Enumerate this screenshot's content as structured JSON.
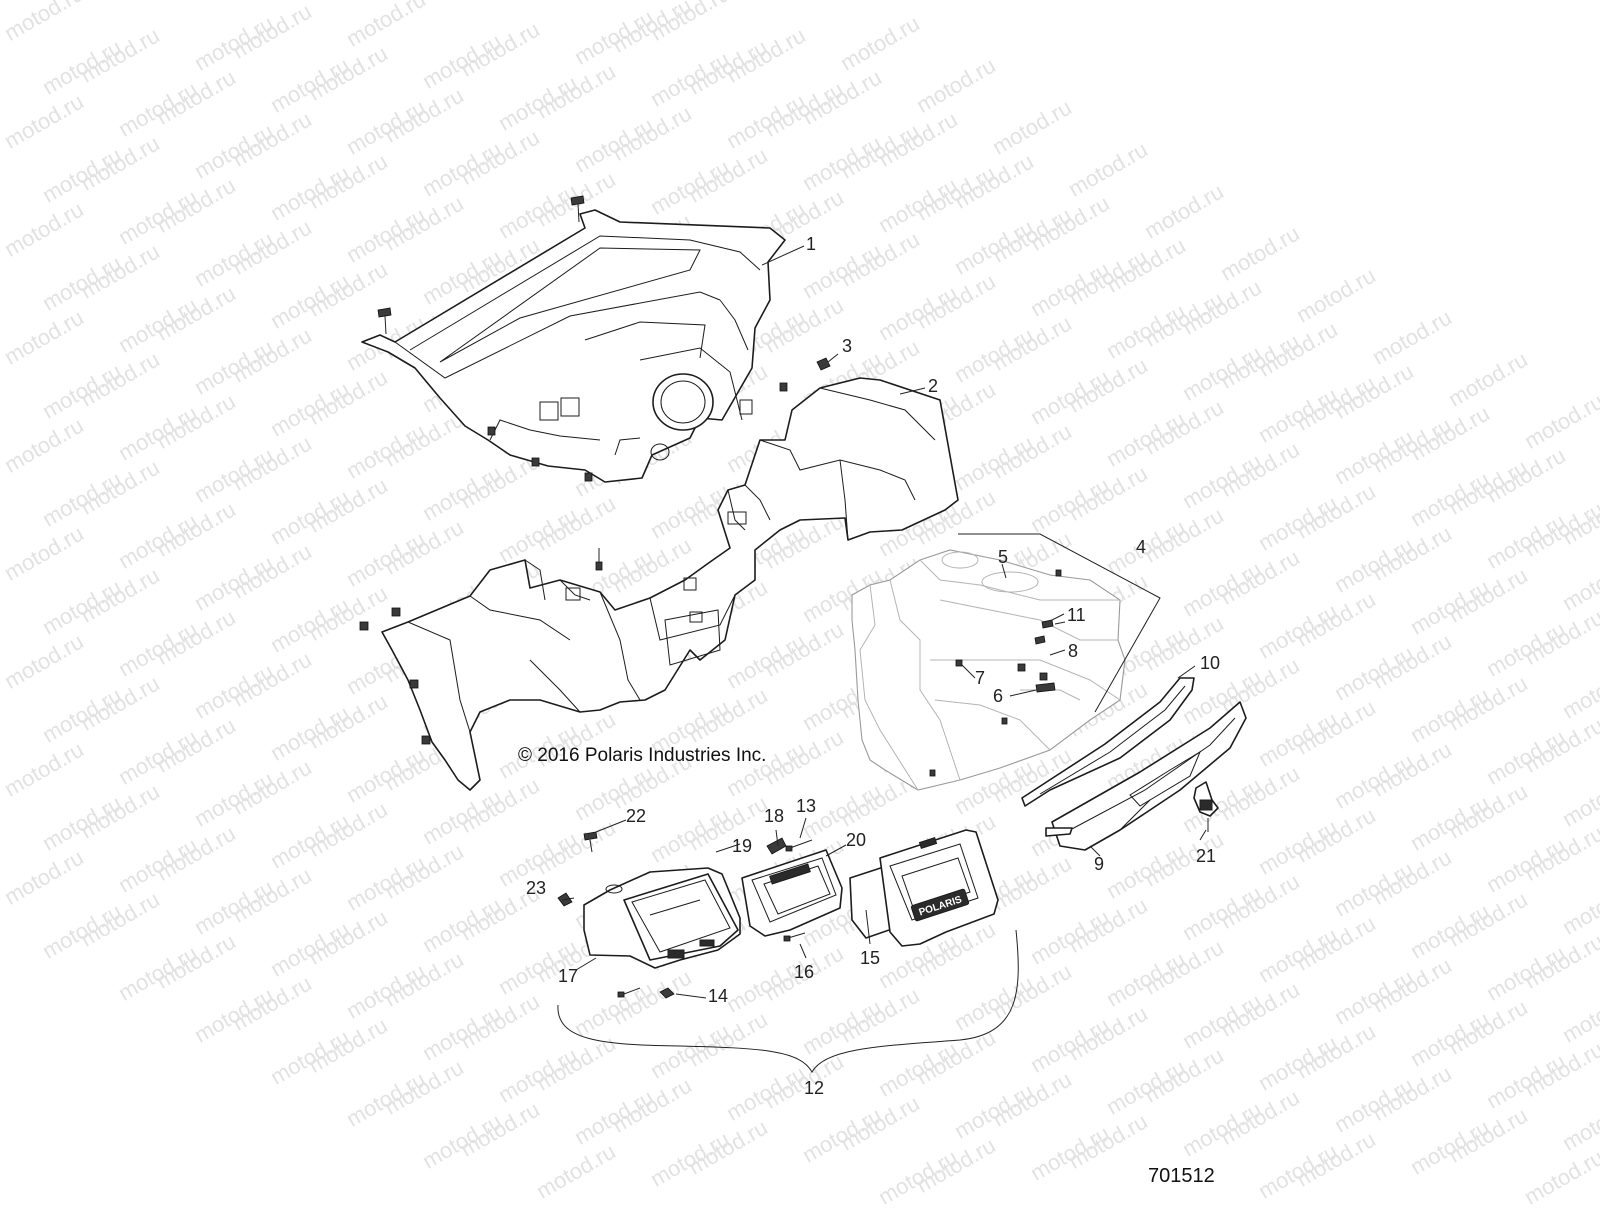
{
  "watermark": {
    "text": "motod.ru"
  },
  "copyright": "© 2016 Polaris Industries Inc.",
  "diagram_number": "701512",
  "callouts": [
    {
      "label": "1"
    },
    {
      "label": "2"
    },
    {
      "label": "3"
    },
    {
      "label": "4"
    },
    {
      "label": "5"
    },
    {
      "label": "6"
    },
    {
      "label": "7"
    },
    {
      "label": "8"
    },
    {
      "label": "9"
    },
    {
      "label": "10"
    },
    {
      "label": "11"
    },
    {
      "label": "12"
    },
    {
      "label": "13"
    },
    {
      "label": "14"
    },
    {
      "label": "15"
    },
    {
      "label": "16"
    },
    {
      "label": "17"
    },
    {
      "label": "18"
    },
    {
      "label": "19"
    },
    {
      "label": "20"
    },
    {
      "label": "21"
    },
    {
      "label": "22"
    },
    {
      "label": "23"
    }
  ],
  "brand_badge": "POLARIS"
}
